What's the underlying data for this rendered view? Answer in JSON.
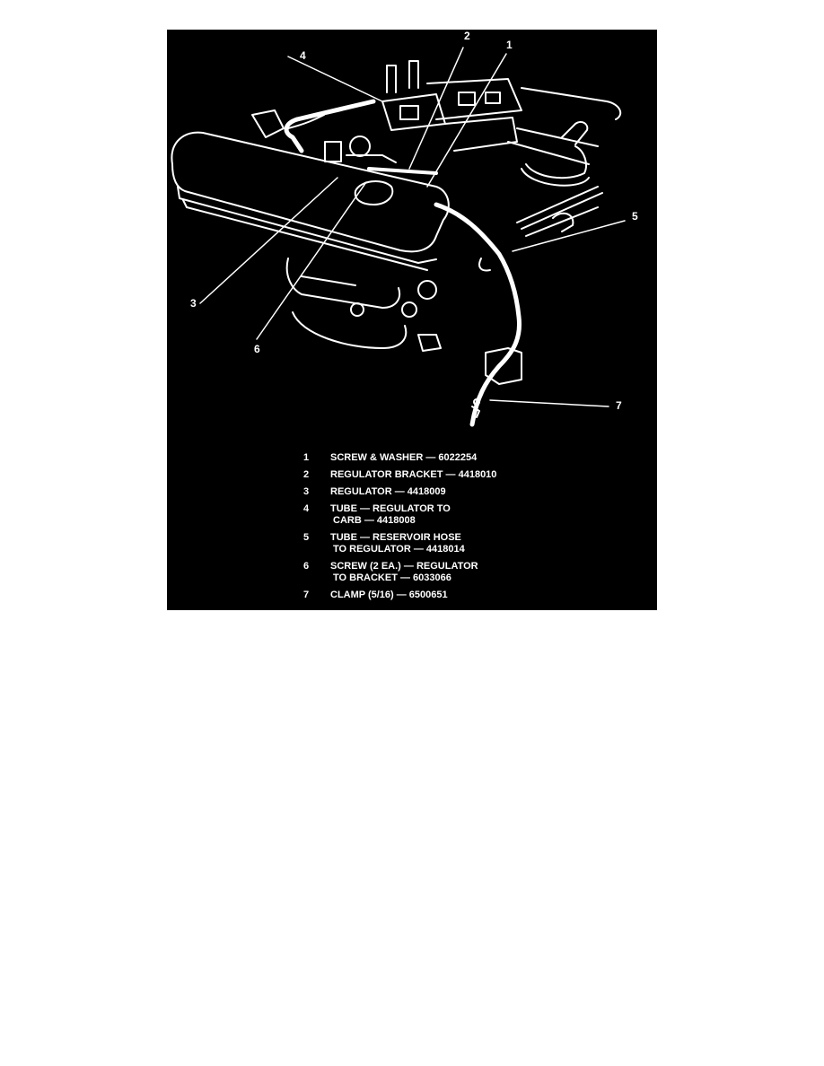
{
  "diagram": {
    "background": "#000000",
    "foreground": "#ffffff",
    "callouts": [
      {
        "id": "1",
        "label": "1"
      },
      {
        "id": "2",
        "label": "2"
      },
      {
        "id": "3",
        "label": "3"
      },
      {
        "id": "4",
        "label": "4"
      },
      {
        "id": "5",
        "label": "5"
      },
      {
        "id": "6",
        "label": "6"
      },
      {
        "id": "7",
        "label": "7"
      }
    ],
    "legend": [
      {
        "num": "1",
        "line1": "SCREW & WASHER — 6022254",
        "line2": ""
      },
      {
        "num": "2",
        "line1": "REGULATOR BRACKET — 4418010",
        "line2": ""
      },
      {
        "num": "3",
        "line1": "REGULATOR — 4418009",
        "line2": ""
      },
      {
        "num": "4",
        "line1": "TUBE — REGULATOR TO",
        "line2": "CARB — 4418008"
      },
      {
        "num": "5",
        "line1": "TUBE — RESERVOIR HOSE",
        "line2": "TO REGULATOR — 4418014"
      },
      {
        "num": "6",
        "line1": "SCREW (2 EA.) — REGULATOR",
        "line2": "TO BRACKET — 6033066"
      },
      {
        "num": "7",
        "line1": "CLAMP (5/16) — 6500651",
        "line2": ""
      }
    ]
  }
}
